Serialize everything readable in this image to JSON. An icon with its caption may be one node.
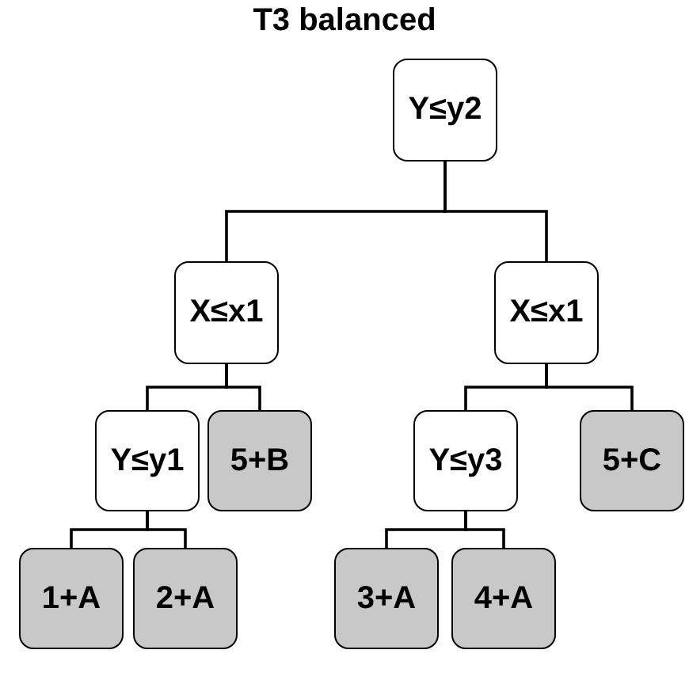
{
  "diagram": {
    "title": "T3 balanced",
    "nodes": [
      {
        "text": [
          "Y≤y2"
        ]
      },
      {
        "text": [
          "X≤x1"
        ]
      },
      {
        "text": [
          "X≤x1"
        ]
      },
      {
        "text": [
          "Y≤y1"
        ]
      },
      {
        "text": [
          "5+B"
        ]
      },
      {
        "text": [
          "Y≤y3"
        ]
      },
      {
        "text": [
          "5+C"
        ]
      },
      {
        "text": [
          "1+A"
        ]
      },
      {
        "text": [
          "2+A"
        ]
      },
      {
        "text": [
          "3+A"
        ]
      },
      {
        "text": [
          "4+A"
        ]
      }
    ],
    "edges": [
      {
        "from": 0,
        "to": 1,
        "arrow": "none"
      },
      {
        "from": 0,
        "to": 2,
        "arrow": "none"
      },
      {
        "from": 1,
        "to": 3,
        "arrow": "none"
      },
      {
        "from": 1,
        "to": 4,
        "arrow": "none"
      },
      {
        "from": 2,
        "to": 5,
        "arrow": "none"
      },
      {
        "from": 2,
        "to": 6,
        "arrow": "none"
      },
      {
        "from": 3,
        "to": 7,
        "arrow": "none"
      },
      {
        "from": 3,
        "to": 8,
        "arrow": "none"
      },
      {
        "from": 5,
        "to": 9,
        "arrow": "none"
      },
      {
        "from": 5,
        "to": 10,
        "arrow": "none"
      }
    ]
  }
}
